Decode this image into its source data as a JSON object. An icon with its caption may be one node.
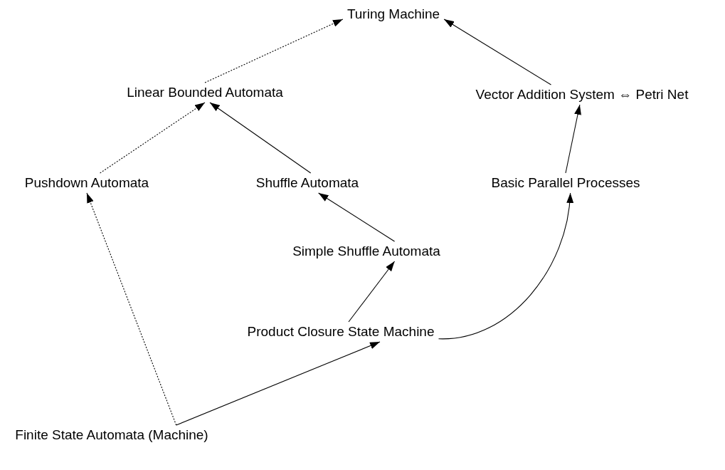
{
  "diagram": {
    "nodes": [
      {
        "text": [
          "Turing Machine"
        ]
      },
      {
        "text": [
          "Linear Bounded Automata"
        ]
      },
      {
        "text": [
          "Vector Addition System ⇔ Petri Net"
        ]
      },
      {
        "text": [
          "Pushdown Automata"
        ]
      },
      {
        "text": [
          "Shuffle Automata"
        ]
      },
      {
        "text": [
          "Basic Parallel Processes"
        ]
      },
      {
        "text": [
          "Simple Shuffle Automata"
        ]
      },
      {
        "text": [
          "Product Closure State Machine"
        ]
      },
      {
        "text": [
          "Finite State Automata (Machine)"
        ]
      }
    ],
    "edges": [
      {
        "from": 1,
        "to": 0,
        "arrow": "to",
        "style": "dashed"
      },
      {
        "from": 2,
        "to": 0,
        "arrow": "to"
      },
      {
        "from": 3,
        "to": 1,
        "arrow": "to",
        "style": "dashed"
      },
      {
        "from": 4,
        "to": 1,
        "arrow": "to"
      },
      {
        "from": 5,
        "to": 2,
        "arrow": "to"
      },
      {
        "from": 6,
        "to": 4,
        "arrow": "to"
      },
      {
        "from": 7,
        "to": 6,
        "arrow": "to"
      },
      {
        "from": 7,
        "to": 5,
        "arrow": "to"
      },
      {
        "from": 8,
        "to": 3,
        "arrow": "to",
        "style": "dashed"
      },
      {
        "from": 8,
        "to": 7,
        "arrow": "to"
      }
    ]
  }
}
